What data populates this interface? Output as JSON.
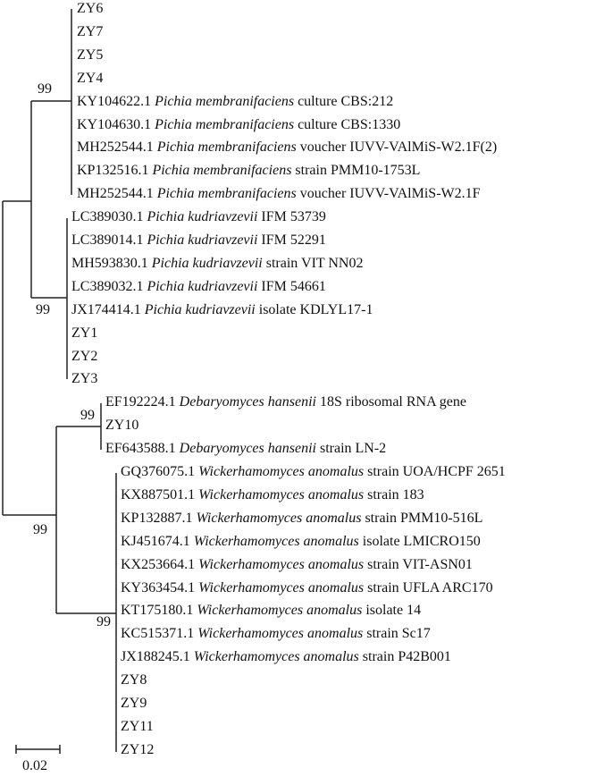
{
  "tree": {
    "clades": [
      {
        "name": "pichia-membranifaciens-clade",
        "bootstrap": "99",
        "leaves": [
          {
            "acc": "ZY6",
            "species": "",
            "rest": ""
          },
          {
            "acc": "ZY7",
            "species": "",
            "rest": ""
          },
          {
            "acc": "ZY5",
            "species": "",
            "rest": ""
          },
          {
            "acc": "ZY4",
            "species": "",
            "rest": ""
          },
          {
            "acc": "KY104622.1",
            "species": "Pichia membranifaciens",
            "rest": "culture CBS:212"
          },
          {
            "acc": "KY104630.1",
            "species": "Pichia membranifaciens",
            "rest": "culture CBS:1330"
          },
          {
            "acc": "MH252544.1",
            "species": "Pichia membranifaciens",
            "rest": "voucher IUVV-VAlMiS-W2.1F(2)"
          },
          {
            "acc": "KP132516.1",
            "species": "Pichia membranifaciens",
            "rest": "strain PMM10-1753L"
          },
          {
            "acc": "MH252544.1",
            "species": "Pichia membranifaciens",
            "rest": "voucher IUVV-VAlMiS-W2.1F"
          }
        ]
      },
      {
        "name": "pichia-kudriavzevii-clade",
        "bootstrap": "99",
        "leaves": [
          {
            "acc": "LC389030.1",
            "species": "Pichia kudriavzevii",
            "rest": "IFM 53739"
          },
          {
            "acc": "LC389014.1",
            "species": "Pichia kudriavzevii",
            "rest": "IFM 52291"
          },
          {
            "acc": "MH593830.1",
            "species": "Pichia kudriavzevii",
            "rest": "strain VIT NN02"
          },
          {
            "acc": "LC389032.1",
            "species": "Pichia kudriavzevii",
            "rest": "IFM 54661"
          },
          {
            "acc": "JX174414.1",
            "species": "Pichia kudriavzevii",
            "rest": "isolate KDLYL17-1"
          },
          {
            "acc": "ZY1",
            "species": "",
            "rest": ""
          },
          {
            "acc": "ZY2",
            "species": "",
            "rest": ""
          },
          {
            "acc": "ZY3",
            "species": "",
            "rest": ""
          }
        ]
      },
      {
        "name": "debaryomyces-hansenii-clade",
        "bootstrap": "99",
        "leaves": [
          {
            "acc": "EF192224.1",
            "species": "Debaryomyces hansenii",
            "rest": "18S ribosomal RNA gene"
          },
          {
            "acc": "ZY10",
            "species": "",
            "rest": ""
          },
          {
            "acc": "EF643588.1",
            "species": "Debaryomyces hansenii",
            "rest": "strain LN-2"
          }
        ]
      },
      {
        "name": "wickerhamomyces-anomalus-clade",
        "bootstrap": "99",
        "leaves": [
          {
            "acc": "GQ376075.1",
            "species": "Wickerhamomyces anomalus",
            "rest": "strain UOA/HCPF 2651"
          },
          {
            "acc": "KX887501.1",
            "species": "Wickerhamomyces anomalus",
            "rest": "strain 183"
          },
          {
            "acc": "KP132887.1",
            "species": "Wickerhamomyces anomalus",
            "rest": "strain PMM10-516L"
          },
          {
            "acc": "KJ451674.1",
            "species": "Wickerhamomyces anomalus",
            "rest": "isolate LMICRO150"
          },
          {
            "acc": "KX253664.1",
            "species": "Wickerhamomyces anomalus",
            "rest": "strain VIT-ASN01"
          },
          {
            "acc": "KY363454.1",
            "species": "Wickerhamomyces anomalus",
            "rest": "strain UFLA ARC170"
          },
          {
            "acc": "KT175180.1",
            "species": "Wickerhamomyces anomalus",
            "rest": "isolate 14"
          },
          {
            "acc": "KC515371.1",
            "species": "Wickerhamomyces anomalus",
            "rest": "strain Sc17"
          },
          {
            "acc": "JX188245.1",
            "species": "Wickerhamomyces anomalus",
            "rest": "strain P42B001"
          },
          {
            "acc": "ZY8",
            "species": "",
            "rest": ""
          },
          {
            "acc": "ZY9",
            "species": "",
            "rest": ""
          },
          {
            "acc": "ZY11",
            "species": "",
            "rest": ""
          },
          {
            "acc": "ZY12",
            "species": "",
            "rest": ""
          }
        ]
      }
    ],
    "inner_bootstrap": {
      "pichia_node": "",
      "yeast_node": "99"
    },
    "scale_bar": "0.02",
    "line_color": "#222222"
  }
}
